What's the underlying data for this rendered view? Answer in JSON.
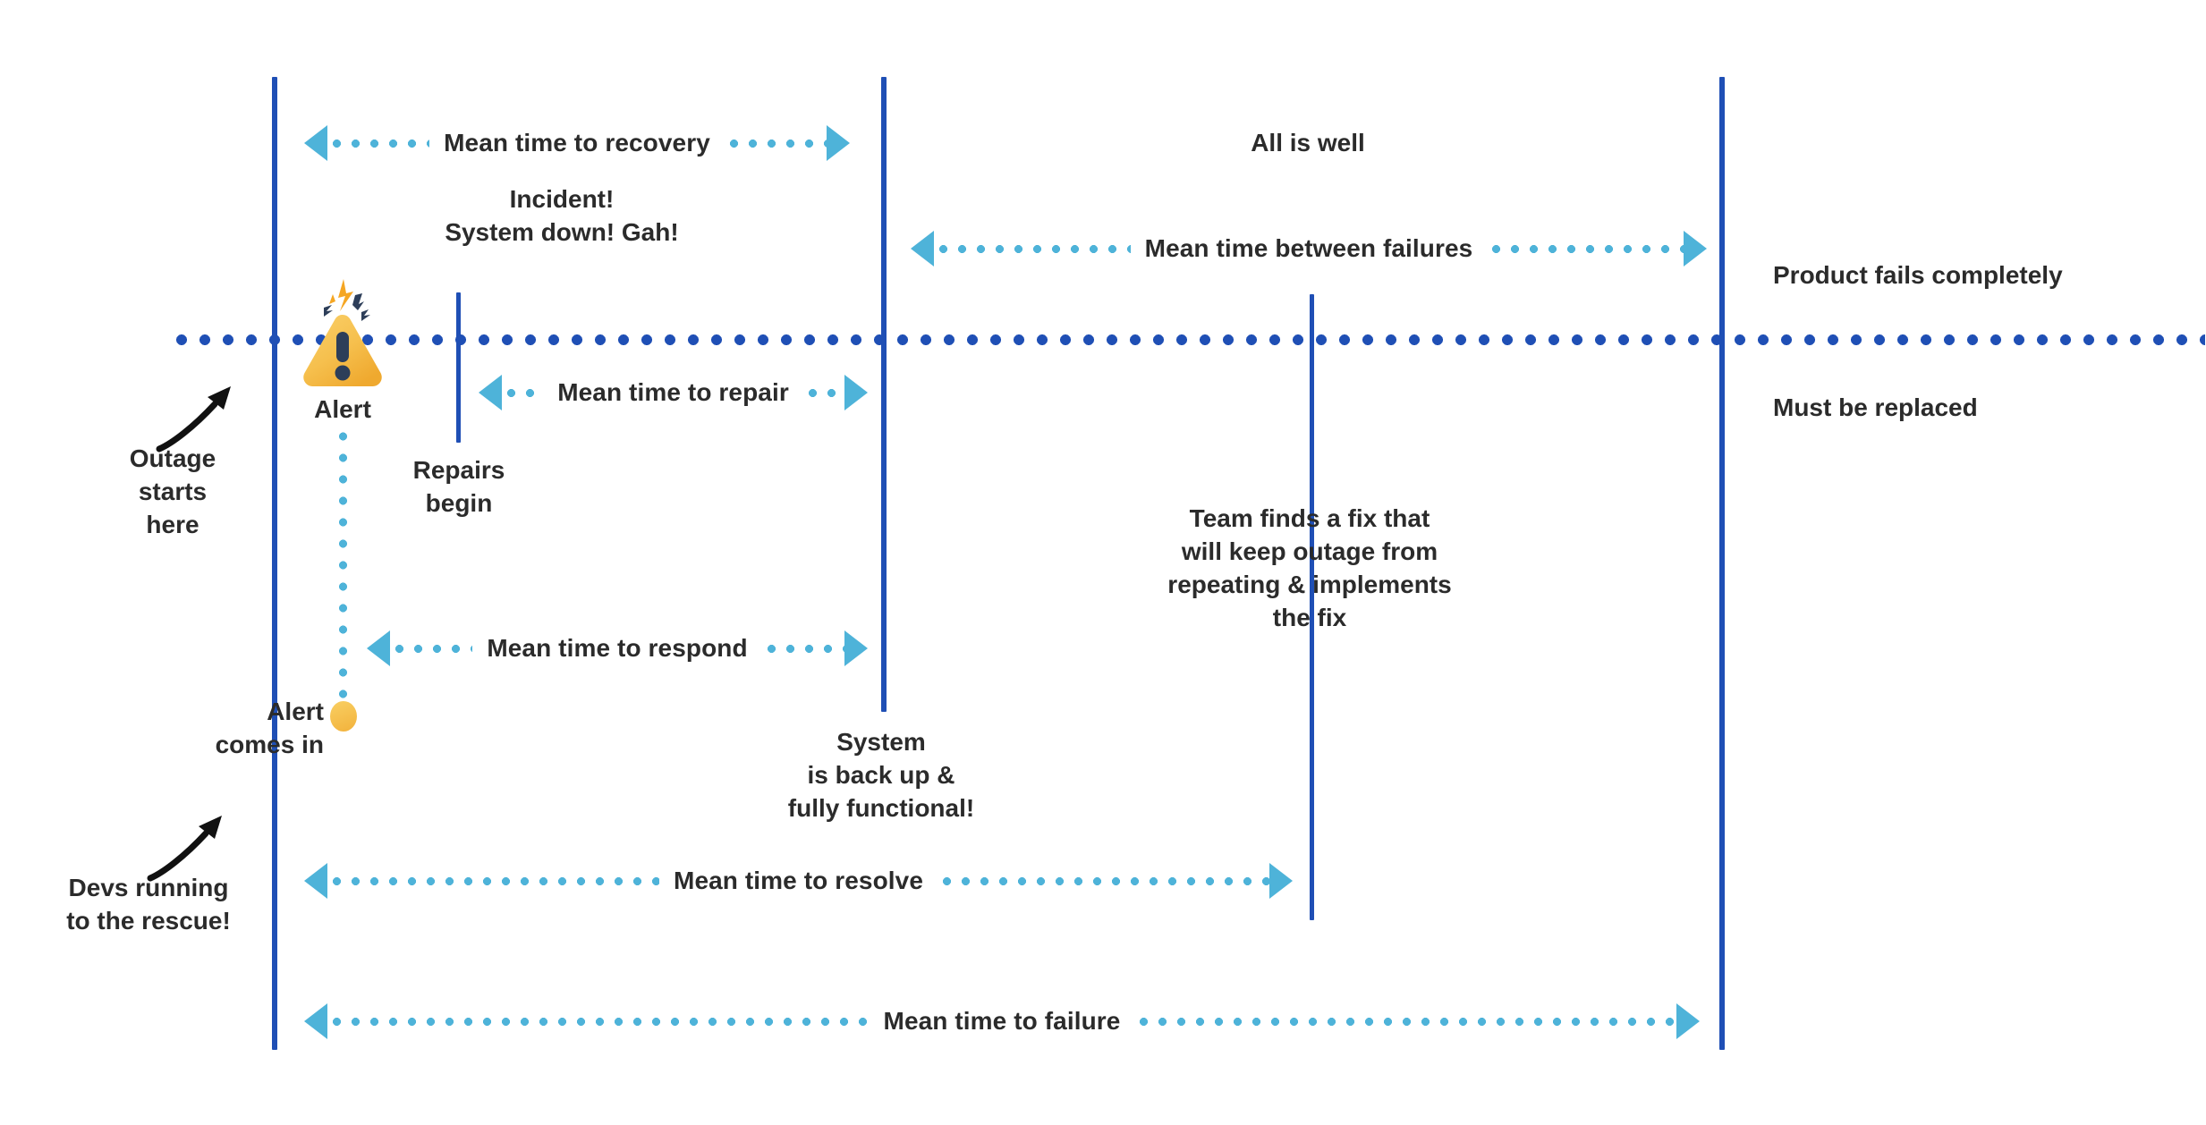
{
  "diagram": {
    "title": "Incident response timeline metrics",
    "colors": {
      "milestone_line": "#1f4fb5",
      "timeline_dots": "#1f4fb5",
      "measure_arrow": "#4eb3d9",
      "alert_yellow": "#f2b23c",
      "text": "#2b2b2b",
      "background": "#ffffff"
    }
  },
  "measures": [
    {
      "id": "mttrecovery",
      "label": "Mean time to recovery"
    },
    {
      "id": "mtbf",
      "label": "Mean time between failures"
    },
    {
      "id": "mttrepair",
      "label": "Mean time to repair"
    },
    {
      "id": "mttrespond",
      "label": "Mean time to respond"
    },
    {
      "id": "mttresolve",
      "label": "Mean time to resolve"
    },
    {
      "id": "mttfailure",
      "label": "Mean time to failure"
    }
  ],
  "captions": {
    "incident": "Incident!\nSystem down! Gah!",
    "all_is_well": "All is well",
    "product_fails": "Product fails completely",
    "must_be_replaced": "Must be replaced",
    "alert": "Alert",
    "repairs_begin": "Repairs\nbegin",
    "outage_starts": "Outage\nstarts\nhere",
    "alert_comes_in": "Alert\ncomes in",
    "devs_running": "Devs running\nto the rescue!",
    "system_back_up": "System\nis back up &\nfully functional!",
    "team_finds_fix": "Team finds a fix that\nwill keep outage from\nrepeating & implements\nthe fix"
  },
  "icons": {
    "alert_triangle": "alert-triangle-icon",
    "alert_dot": "alert-dot-icon",
    "arrow_outage": "curved-arrow-icon",
    "arrow_devs": "curved-arrow-icon"
  }
}
